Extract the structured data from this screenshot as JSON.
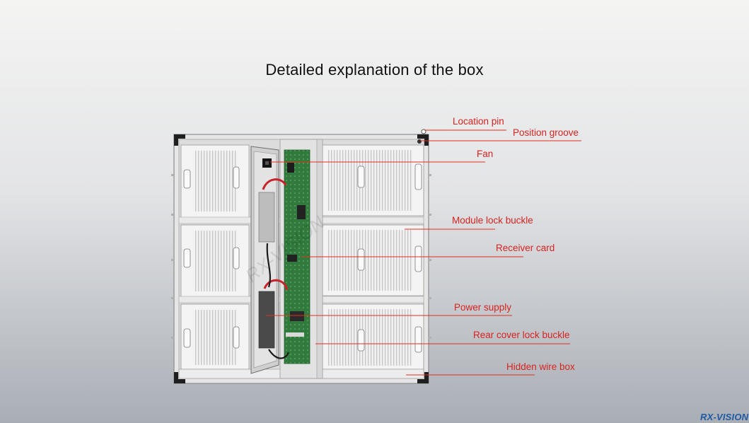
{
  "title": "Detailed explanation of the box",
  "callouts": {
    "location_pin": "Location pin",
    "position_groove": "Position groove",
    "fan": "Fan",
    "module_lock_buckle": "Module lock buckle",
    "receiver_card": "Receiver card",
    "power_supply": "Power supply",
    "rear_cover_lock_buckle": "Rear cover lock buckle",
    "hidden_wire_box": "Hidden wire box"
  },
  "watermark": "RX-VISION",
  "logo": "RX-VISION",
  "colors": {
    "callout_text": "#d8231f",
    "callout_line": "#e0301e",
    "logo": "#1f5aa6",
    "pcb": "#2f7a3c",
    "cable_red": "#c8232a"
  }
}
